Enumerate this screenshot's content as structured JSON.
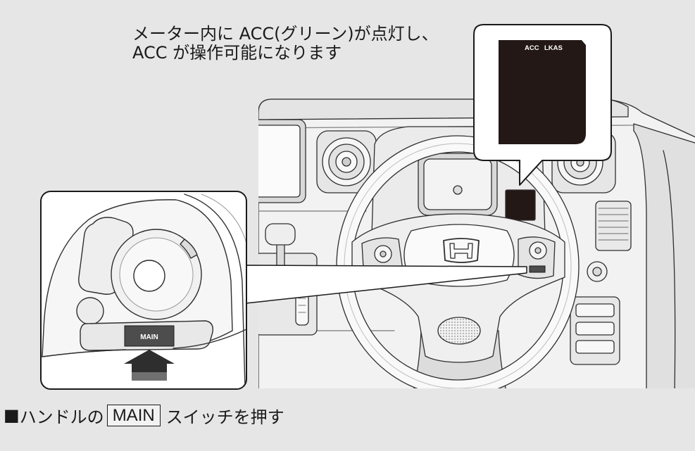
{
  "header": {
    "line1": "メーター内に ACC(グリーン)が点灯し、",
    "line2": "ACC が操作可能になります"
  },
  "meter_callout": {
    "indicators": [
      "ACC",
      "LKAS"
    ]
  },
  "inset": {
    "button_label": "MAIN"
  },
  "caption": {
    "bullet": "■",
    "prefix": "ハンドルの",
    "key": "MAIN",
    "suffix": "スイッチを押す"
  },
  "colors": {
    "background": "#e6e6e6",
    "ink": "#1a1a1a",
    "display": "#231815",
    "switch": "#4d4d4d",
    "arrow": "#2e2e2e",
    "indicator_text": "#ffffff"
  }
}
